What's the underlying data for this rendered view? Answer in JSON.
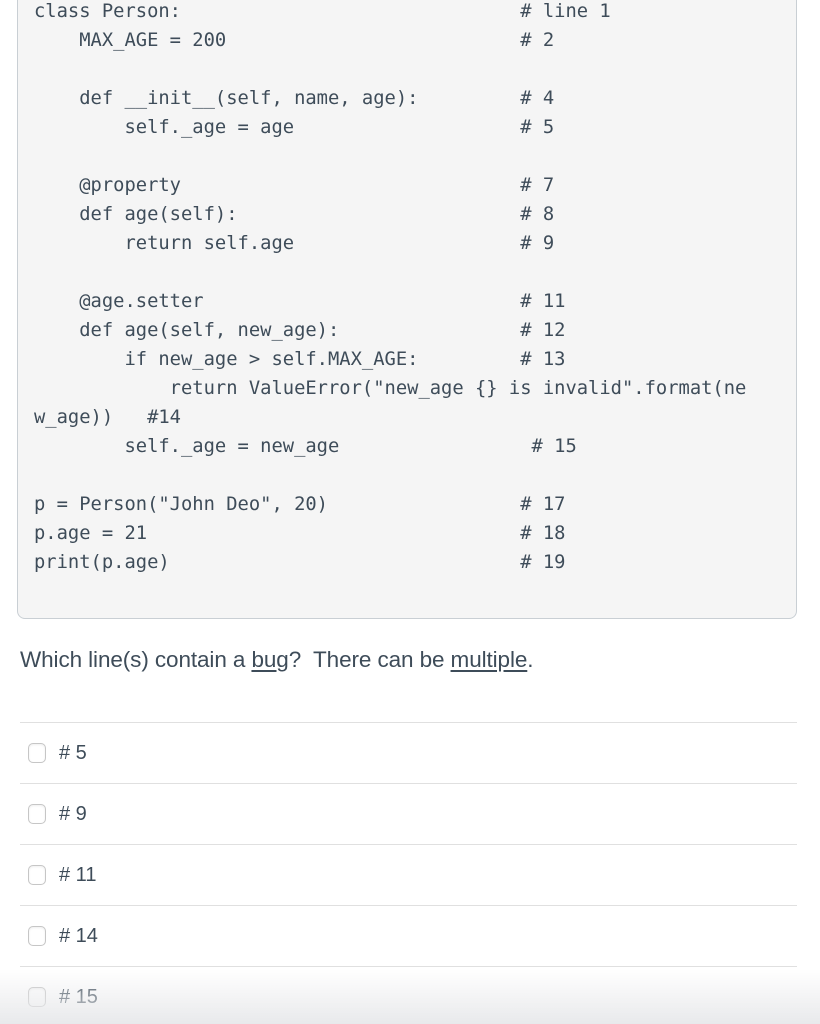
{
  "code_block": {
    "lines": [
      "class Person:                              # line 1",
      "    MAX_AGE = 200                          # 2",
      "",
      "    def __init__(self, name, age):         # 4",
      "        self._age = age                    # 5",
      "",
      "    @property                              # 7",
      "    def age(self):                         # 8",
      "        return self.age                    # 9",
      "",
      "    @age.setter                            # 11",
      "    def age(self, new_age):                # 12",
      "        if new_age > self.MAX_AGE:         # 13",
      "            return ValueError(\"new_age {} is invalid\".format(ne",
      "w_age))   #14",
      "        self._age = new_age                 # 15",
      "",
      "p = Person(\"John Deo\", 20)                 # 17",
      "p.age = 21                                 # 18",
      "print(p.age)                               # 19",
      ""
    ]
  },
  "question": {
    "segments": [
      {
        "text": "Which line(s) contain a ",
        "underline": false
      },
      {
        "text": "bug",
        "underline": true
      },
      {
        "text": "?  There can be ",
        "underline": false
      },
      {
        "text": "multiple",
        "underline": true
      },
      {
        "text": ".",
        "underline": false
      }
    ]
  },
  "options": [
    {
      "label": "# 5",
      "checked": false
    },
    {
      "label": "# 9",
      "checked": false
    },
    {
      "label": "# 11",
      "checked": false
    },
    {
      "label": "# 14",
      "checked": false
    },
    {
      "label": "# 15",
      "checked": false
    }
  ],
  "colors": {
    "code_background": "#f5f5f5",
    "code_border": "#c9cfd4",
    "text": "#3e4c59",
    "divider": "#e0e0e0",
    "checkbox_border": "#c6c6c6",
    "page_background": "#ffffff"
  }
}
